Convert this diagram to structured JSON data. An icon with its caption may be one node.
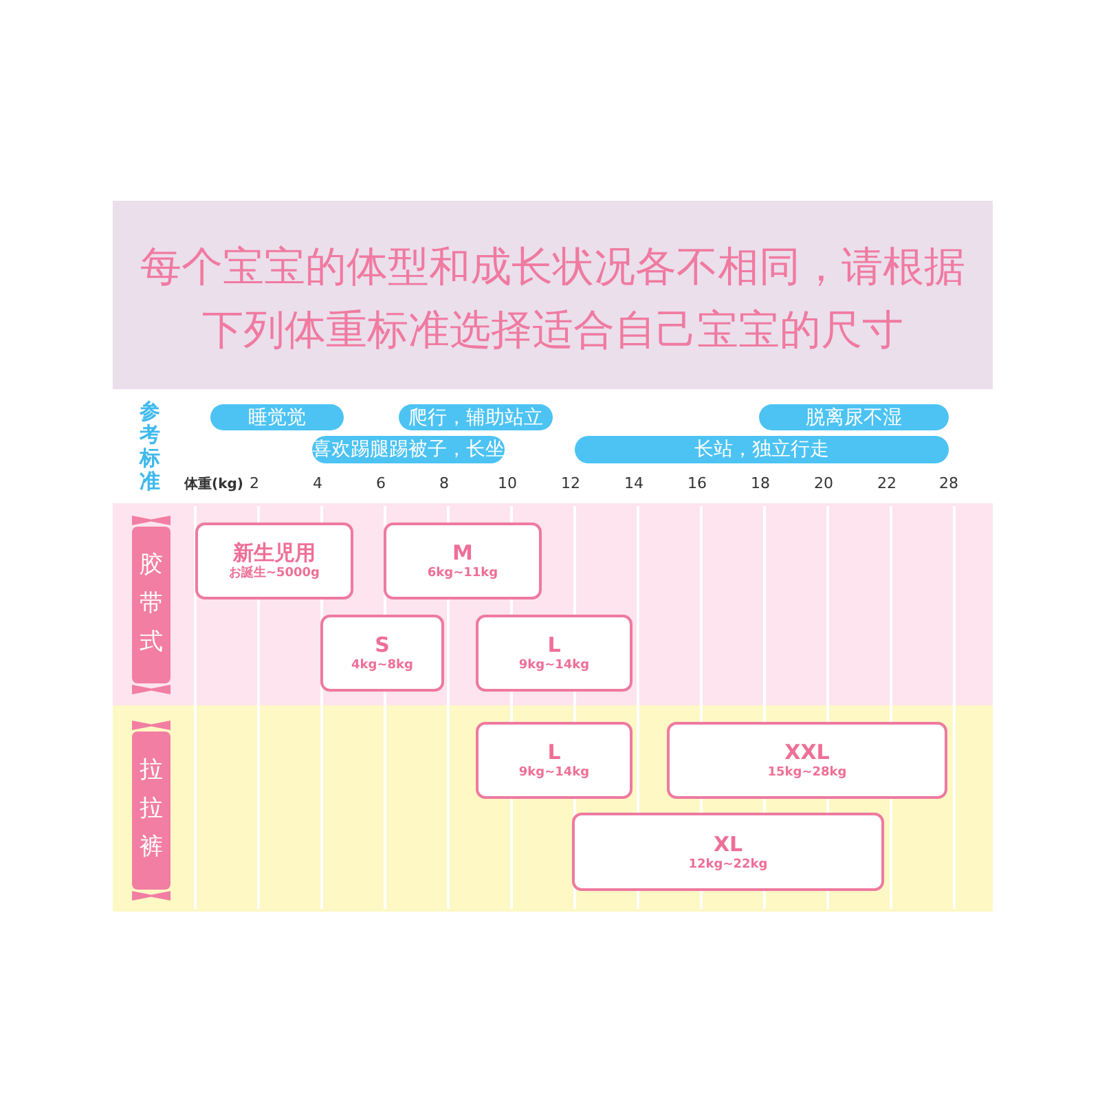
{
  "diagram": {
    "title": "每个宝宝的体型和成长状况各不相同，请根据下列体重标准选择适合自己宝宝的尺寸",
    "nodes": [
      {
        "text": [
          "睡觉觉"
        ]
      },
      {
        "text": [
          "爬行，辅助站立"
        ]
      },
      {
        "text": [
          "脱离尿不湿"
        ]
      },
      {
        "text": [
          "喜欢踢腿踢被子，长坐"
        ]
      },
      {
        "text": [
          "长站，独立行走"
        ]
      },
      {
        "text": [
          "胶带式"
        ]
      },
      {
        "text": [
          "新生児用",
          "お誕生~5000g"
        ]
      },
      {
        "text": [
          "M",
          "6kg~11kg"
        ]
      },
      {
        "text": [
          "S",
          "4kg~8kg"
        ]
      },
      {
        "text": [
          "L",
          "9kg~14kg"
        ]
      },
      {
        "text": [
          "拉拉裤"
        ]
      },
      {
        "text": [
          "L",
          "9kg~14kg"
        ]
      },
      {
        "text": [
          "XXL",
          "15kg~28kg"
        ]
      },
      {
        "text": [
          "XL",
          "12kg~22kg"
        ]
      }
    ],
    "edges": [],
    "labels": [
      "参考标准",
      "体重(kg)",
      "2",
      "4",
      "6",
      "8",
      "10",
      "12",
      "14",
      "16",
      "18",
      "20",
      "22",
      "28"
    ]
  }
}
